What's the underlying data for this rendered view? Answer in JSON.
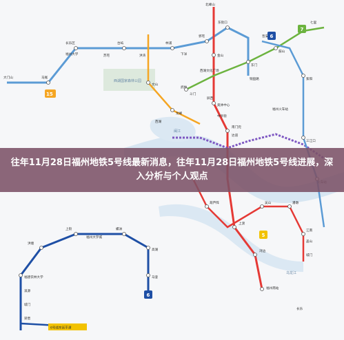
{
  "banner": {
    "title": "往年11月28日福州地铁5号线最新消息，往年11月28日福州地铁5号线进展，深入分析与个人观点"
  },
  "map": {
    "colors": {
      "line1": "#e53935",
      "line2": "#5b9bd5",
      "line5": "#7e57c2",
      "line6": "#1e4fa5",
      "green": "#6cb33f",
      "orange": "#f5a623",
      "yellow": "#f2c200",
      "river": "#d7e6f2",
      "park": "#dde9dd"
    },
    "badges": {
      "line6_a": "6",
      "line7": "7",
      "line15": "15",
      "line5_b": "5",
      "line6_c": "6"
    },
    "stations": {
      "s01": "大门山",
      "s02": "马尾",
      "s03": "长乐区",
      "s04": "台屿",
      "s05": "林浦",
      "s06": "郭宅",
      "s07": "东街口",
      "s08": "北峰山",
      "s09": "福州大学",
      "s10": "金山",
      "s11": "洪湾",
      "s12": "文山",
      "s13": "苏宅",
      "s14": "下洋",
      "s15": "龙峰",
      "s16": "西湖文化广场",
      "s17": "斗门",
      "s18": "武林",
      "s19": "奥体中心",
      "s20": "屏西",
      "s21": "中亭街",
      "s22": "西湖",
      "s23": "南门兜",
      "s24": "达道",
      "s25": "洪塘",
      "s26": "上街",
      "s27": "福州大学城",
      "s28": "螺洲",
      "s29": "高湖",
      "s30": "马銮",
      "s31": "福建农林大学",
      "s32": "溪源",
      "s33": "城门",
      "s34": "梁厝",
      "s35": "上渡",
      "s36": "湾边",
      "s37": "福州南站",
      "s38": "葫芦阵",
      "s39": "吴山",
      "s40": "潘墩",
      "s41": "江南",
      "s42": "盖山",
      "s43": "城门",
      "s44": "三江口",
      "s45": "紫阳",
      "s46": "东门",
      "s47": "鼓山",
      "s48": "七里",
      "s49": "晋安",
      "s50": "火车站",
      "s51": "铜盘路",
      "s52": "福州火车站",
      "s53": "长乐"
    },
    "park": "西湖国家森林公园",
    "river_labels": {
      "r1": "闽江",
      "r2": "乌龙江"
    },
    "bottom_label": "6号线东延平潭"
  }
}
